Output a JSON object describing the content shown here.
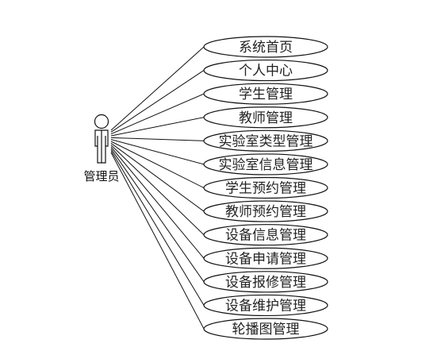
{
  "diagram": {
    "actor": {
      "label": "管理员",
      "icon": "person-icon"
    },
    "use_cases": [
      {
        "label": "系统首页"
      },
      {
        "label": "个人中心"
      },
      {
        "label": "学生管理"
      },
      {
        "label": "教师管理"
      },
      {
        "label": "实验室类型管理"
      },
      {
        "label": "实验室信息管理"
      },
      {
        "label": "学生预约管理"
      },
      {
        "label": "教师预约管理"
      },
      {
        "label": "设备信息管理"
      },
      {
        "label": "设备申请管理"
      },
      {
        "label": "设备报修管理"
      },
      {
        "label": "设备维护管理"
      },
      {
        "label": "轮播图管理"
      }
    ],
    "colors": {
      "line": "#111111",
      "ellipse_fill": "#ffffff",
      "ellipse_stroke": "#111111"
    }
  }
}
